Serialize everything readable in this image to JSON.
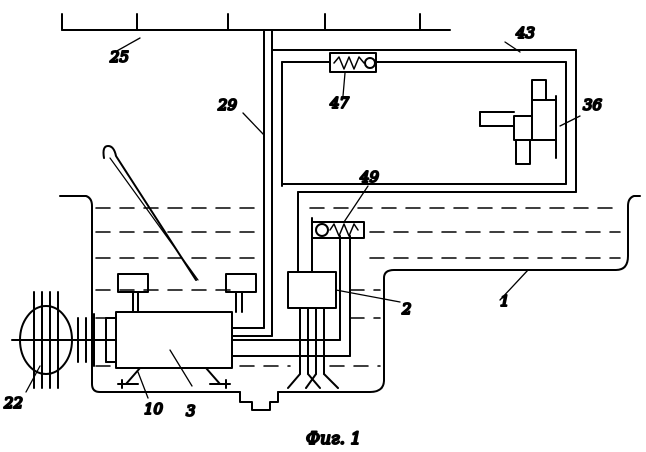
{
  "labels": {
    "rail": "25",
    "line_main": "29",
    "valve_top": "47",
    "line_right": "43",
    "actuator": "36",
    "relief_valve": "49",
    "pump": "2",
    "sump": "1",
    "drive_pulley": "22",
    "mount": "10",
    "motor": "3"
  },
  "caption": "Фиг. 1"
}
